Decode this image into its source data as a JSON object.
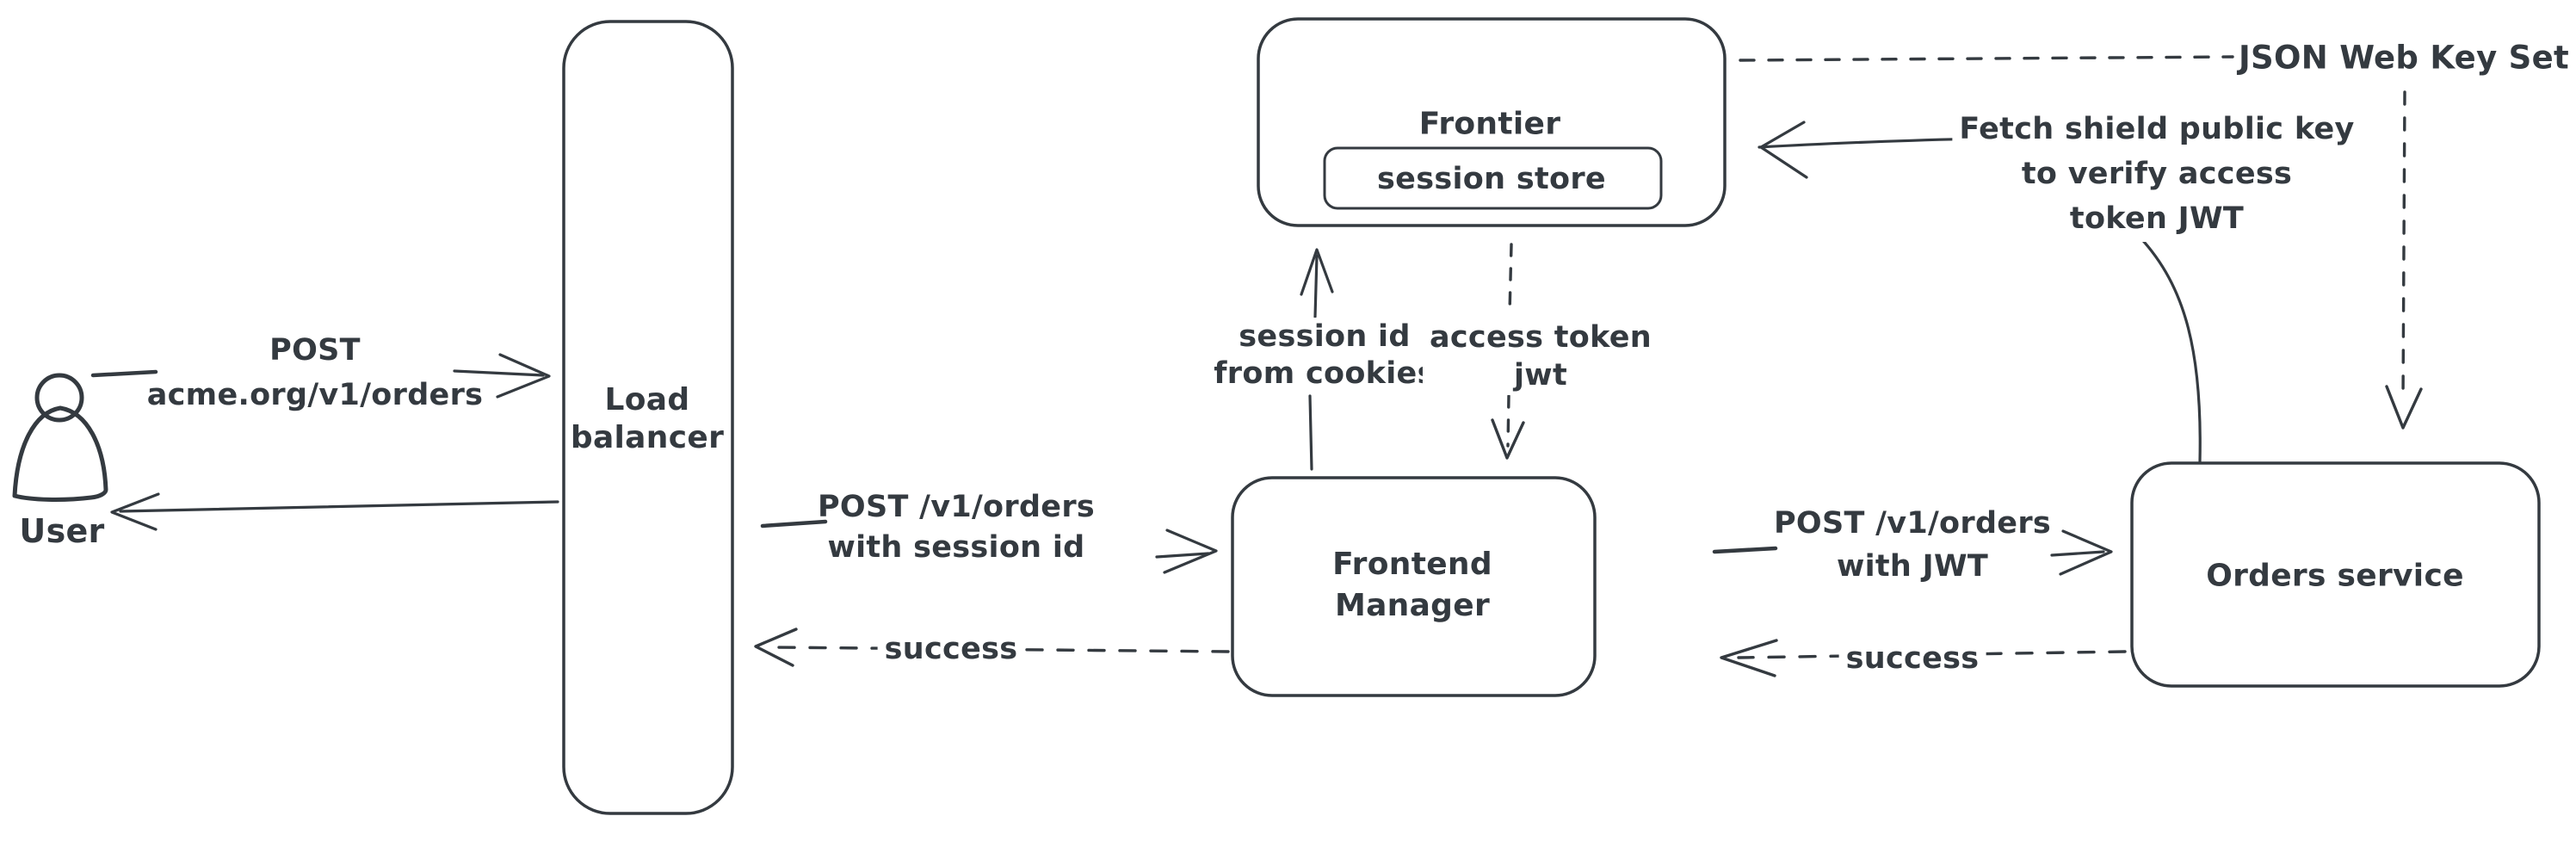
{
  "colors": {
    "stroke": "#343a40",
    "hatch_fill_lines": "#ccd7e1",
    "background": "#ffffff"
  },
  "nodes": {
    "user": {
      "label": "User"
    },
    "load_balancer": {
      "lines": [
        "Load",
        "balancer"
      ]
    },
    "frontier": {
      "label": "Frontier"
    },
    "session_store": {
      "label": "session store"
    },
    "frontend_manager": {
      "lines": [
        "Frontend",
        "Manager"
      ]
    },
    "orders_service": {
      "label": "Orders service"
    }
  },
  "edges": {
    "user_to_lb": {
      "lines": [
        "POST",
        "acme.org/v1/orders"
      ]
    },
    "lb_to_fm": {
      "lines": [
        "POST /v1/orders",
        "with session id"
      ]
    },
    "fm_to_lb_success": {
      "label": "success"
    },
    "fm_to_frontier": {
      "lines": [
        "session id",
        "from cookies"
      ]
    },
    "frontier_to_fm": {
      "lines": [
        "access token",
        "jwt"
      ]
    },
    "fm_to_orders": {
      "lines": [
        "POST /v1/orders",
        "with JWT"
      ]
    },
    "orders_to_fm_success": {
      "label": "success"
    },
    "orders_to_frontier": {
      "lines": [
        "Fetch shield public key",
        "to verify access",
        "token JWT"
      ]
    },
    "frontier_jwks": {
      "label": "JSON Web Key Set"
    }
  }
}
